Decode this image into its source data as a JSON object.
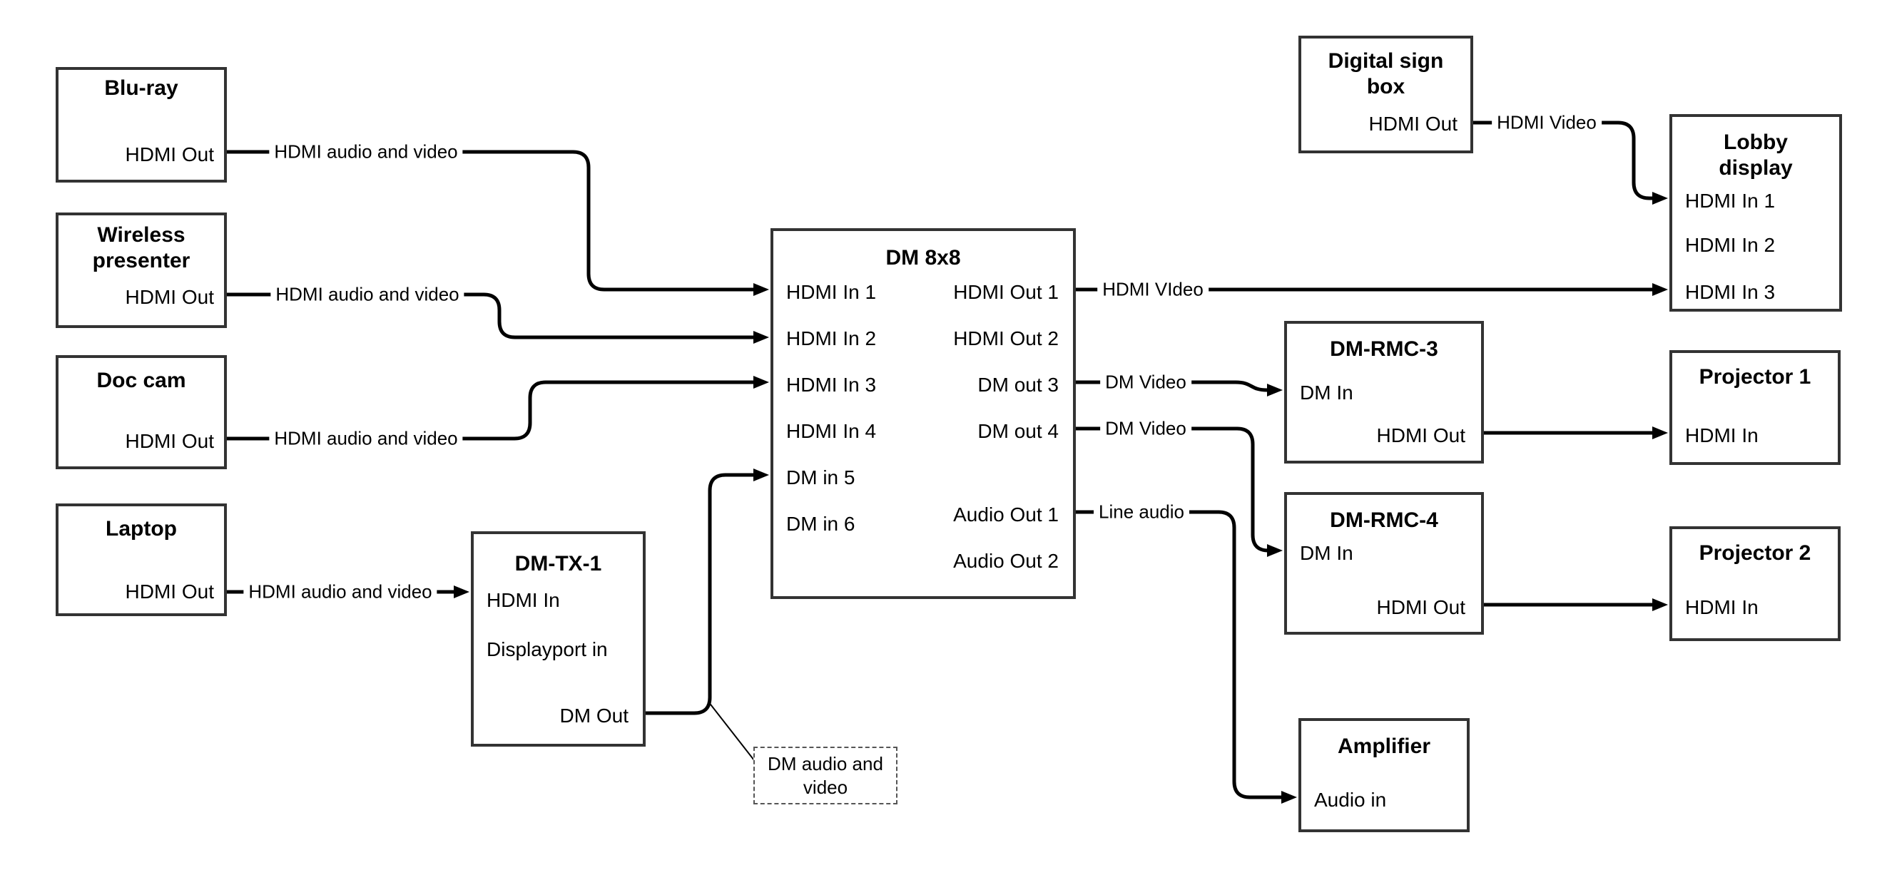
{
  "canvas": {
    "background": "#ffffff",
    "wire_color": "#000000",
    "box_border_color": "#333333"
  },
  "nodes": {
    "bluray": {
      "title": "Blu-ray",
      "ports": {
        "hdmi_out": "HDMI Out"
      }
    },
    "wireless": {
      "title": "Wireless presenter",
      "ports": {
        "hdmi_out": "HDMI Out"
      }
    },
    "doc_cam": {
      "title": "Doc cam",
      "ports": {
        "hdmi_out": "HDMI Out"
      }
    },
    "laptop": {
      "title": "Laptop",
      "ports": {
        "hdmi_out": "HDMI Out"
      }
    },
    "dm_tx_1": {
      "title": "DM-TX-1",
      "ports": {
        "hdmi_in": "HDMI In",
        "displayport_in": "Displayport in",
        "dm_out": "DM Out"
      }
    },
    "dm_8x8": {
      "title": "DM 8x8",
      "ports": {
        "hdmi_in_1": "HDMI In 1",
        "hdmi_in_2": "HDMI In 2",
        "hdmi_in_3": "HDMI In 3",
        "hdmi_in_4": "HDMI In 4",
        "dm_in_5": "DM in 5",
        "dm_in_6": "DM in 6",
        "hdmi_out_1": "HDMI Out 1",
        "hdmi_out_2": "HDMI Out 2",
        "dm_out_3": "DM out 3",
        "dm_out_4": "DM out 4",
        "audio_out_1": "Audio Out 1",
        "audio_out_2": "Audio Out 2"
      }
    },
    "digital_sign_box": {
      "title": "Digital sign box",
      "ports": {
        "hdmi_out": "HDMI Out"
      }
    },
    "lobby_display": {
      "title": "Lobby display",
      "ports": {
        "hdmi_in_1": "HDMI In 1",
        "hdmi_in_2": "HDMI In 2",
        "hdmi_in_3": "HDMI In 3"
      }
    },
    "dm_rmc_3": {
      "title": "DM-RMC-3",
      "ports": {
        "dm_in": "DM In",
        "hdmi_out": "HDMI Out"
      }
    },
    "projector_1": {
      "title": "Projector 1",
      "ports": {
        "hdmi_in": "HDMI In"
      }
    },
    "dm_rmc_4": {
      "title": "DM-RMC-4",
      "ports": {
        "dm_in": "DM In",
        "hdmi_out": "HDMI Out"
      }
    },
    "projector_2": {
      "title": "Projector 2",
      "ports": {
        "hdmi_in": "HDMI In"
      }
    },
    "amplifier": {
      "title": "Amplifier",
      "ports": {
        "audio_in": "Audio in"
      }
    }
  },
  "wire_labels": {
    "bluray_to_dm8x8": "HDMI audio and video",
    "wireless_to_dm8x8": "HDMI audio and video",
    "doccam_to_dm8x8": "HDMI audio and video",
    "laptop_to_dmtx1": "HDMI audio and video",
    "hdmi_out_1": "HDMI VIdeo",
    "dm_out_3": "DM Video",
    "dm_out_4": "DM Video",
    "audio_out_1": "Line audio",
    "digital_sign": "HDMI Video"
  },
  "annotation": {
    "note": "DM audio and video"
  }
}
